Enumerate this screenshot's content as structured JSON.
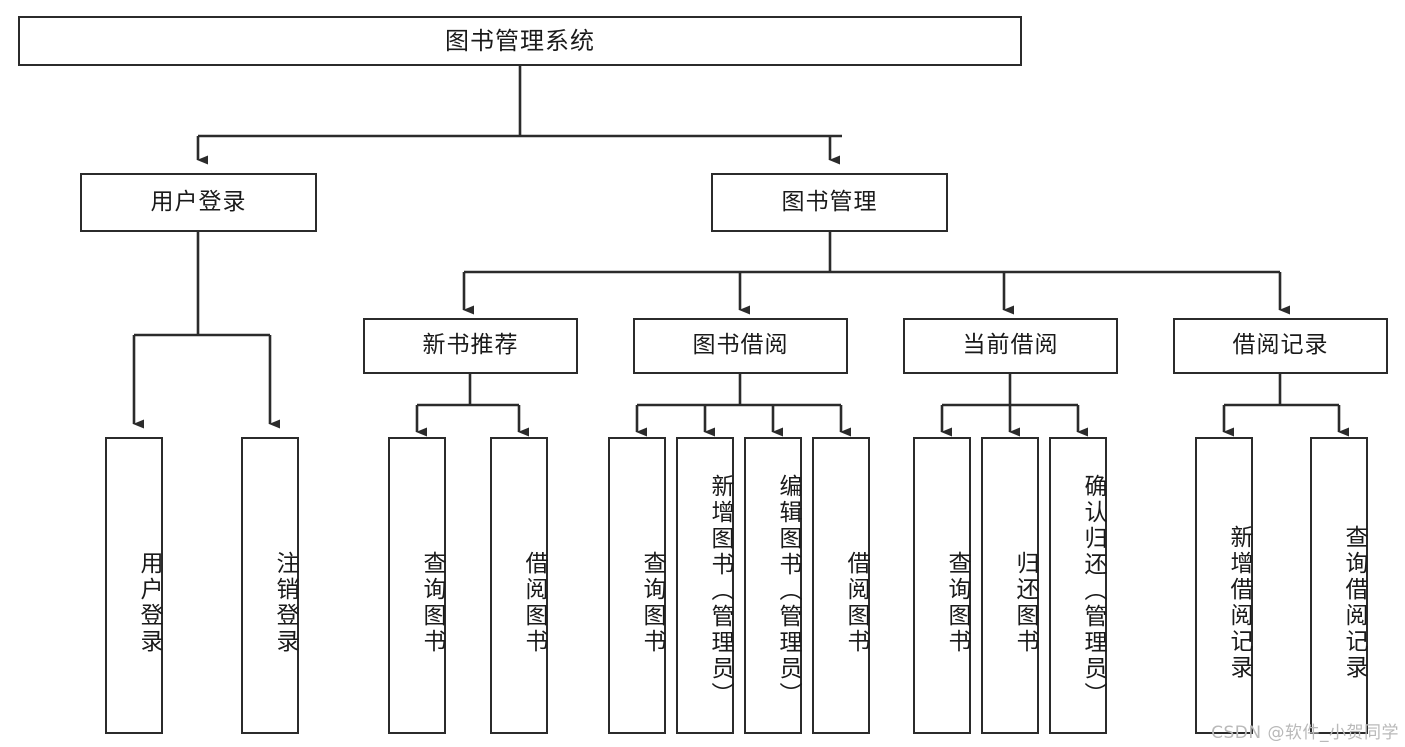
{
  "diagram": {
    "type": "tree-hierarchy-diagram",
    "title": "图书管理系统",
    "line_color": "#2b2b2b",
    "box_fill": "#ffffff",
    "text_color": "#1a1a1a",
    "watermark": "CSDN @软件_小贺同学",
    "levels": {
      "root": {
        "label": "图书管理系统"
      },
      "level2": [
        {
          "id": "user-login",
          "label": "用户登录"
        },
        {
          "id": "book-manage",
          "label": "图书管理"
        }
      ],
      "level3": [
        {
          "id": "new-book-recommend",
          "label": "新书推荐",
          "parent": "book-manage"
        },
        {
          "id": "book-borrow",
          "label": "图书借阅",
          "parent": "book-manage"
        },
        {
          "id": "current-borrow",
          "label": "当前借阅",
          "parent": "book-manage"
        },
        {
          "id": "borrow-record",
          "label": "借阅记录",
          "parent": "book-manage"
        }
      ],
      "leaves": [
        {
          "id": "leaf-user-login",
          "label": "用户登录",
          "parent": "user-login"
        },
        {
          "id": "leaf-logout-login",
          "label": "注销登录",
          "parent": "user-login"
        },
        {
          "id": "leaf-query-book-1",
          "label": "查询图书",
          "parent": "new-book-recommend"
        },
        {
          "id": "leaf-borrow-book-1",
          "label": "借阅图书",
          "parent": "new-book-recommend"
        },
        {
          "id": "leaf-query-book-2",
          "label": "查询图书",
          "parent": "book-borrow"
        },
        {
          "id": "leaf-add-book",
          "label": "新增图书（管理员）",
          "parent": "book-borrow"
        },
        {
          "id": "leaf-edit-book",
          "label": "编辑图书（管理员）",
          "parent": "book-borrow"
        },
        {
          "id": "leaf-borrow-book-2",
          "label": "借阅图书",
          "parent": "book-borrow"
        },
        {
          "id": "leaf-query-book-3",
          "label": "查询图书",
          "parent": "current-borrow"
        },
        {
          "id": "leaf-return-book",
          "label": "归还图书",
          "parent": "current-borrow"
        },
        {
          "id": "leaf-confirm-return",
          "label": "确认归还（管理员）",
          "parent": "current-borrow"
        },
        {
          "id": "leaf-add-record",
          "label": "新增借阅记录",
          "parent": "borrow-record"
        },
        {
          "id": "leaf-query-record",
          "label": "查询借阅记录",
          "parent": "borrow-record"
        }
      ]
    }
  }
}
